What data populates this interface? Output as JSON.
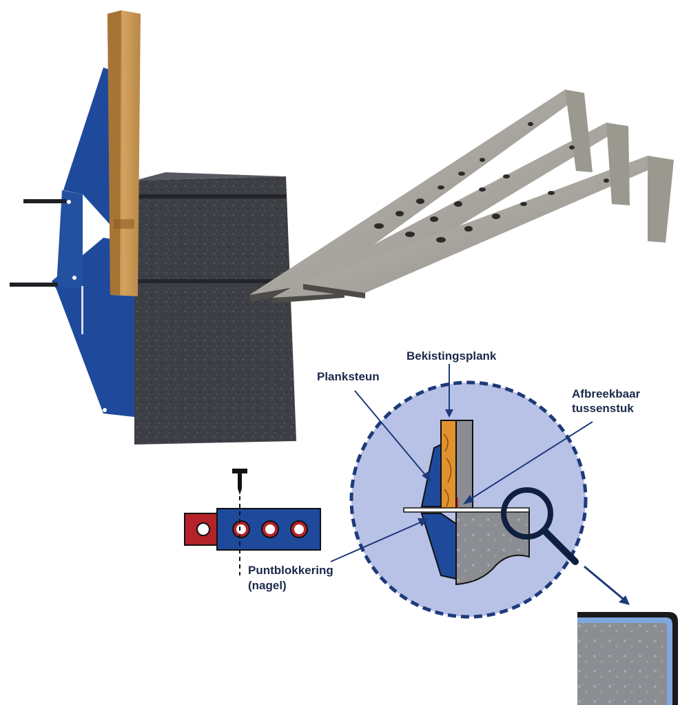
{
  "labels": {
    "bekistingsplank": "Bekistingsplank",
    "planksteun": "Planksteun",
    "afbreekbaar_line1": "Afbreekbaar",
    "afbreekbaar_line2": "tussenstuk",
    "puntblokkering_line1": "Puntblokkering",
    "puntblokkering_line2": "(nagel)"
  },
  "colors": {
    "steel_blue": "#1f4a9c",
    "wood": "#c9964e",
    "concrete": "#3d3f45",
    "galvanized": "#a5a39c",
    "detail_circle": "#b8c1e6",
    "detail_border": "#1d3a7a",
    "red_tab": "#b4232a",
    "label_text": "#1b2a4a"
  },
  "icons": {
    "magnifier": "magnifier-icon",
    "nail": "nail-icon"
  }
}
